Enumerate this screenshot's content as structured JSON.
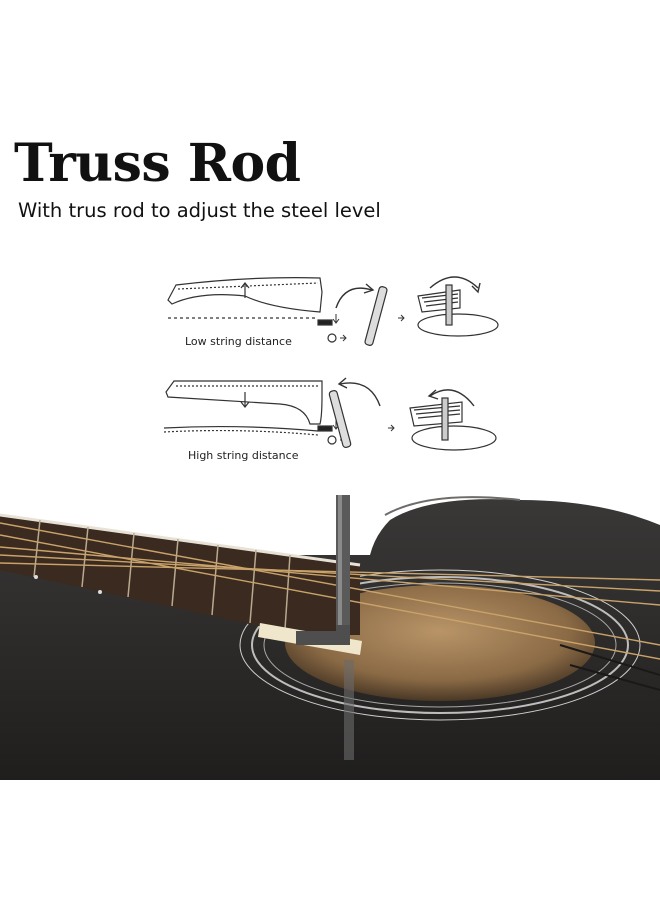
{
  "header": {
    "title": "Truss Rod",
    "subtitle": "With trus rod to adjust the steel level"
  },
  "diagrams": {
    "low": {
      "caption": "Low string distance"
    },
    "high": {
      "caption": "High string distance"
    }
  },
  "colors": {
    "text": "#111111",
    "guitar_body": "#2b2928",
    "fingerboard": "#3a2a20",
    "strings": "#c9a36a",
    "nut": "#efe6cc",
    "soundhole": "#8a6a45",
    "hex_key": "#5a5a5a"
  }
}
